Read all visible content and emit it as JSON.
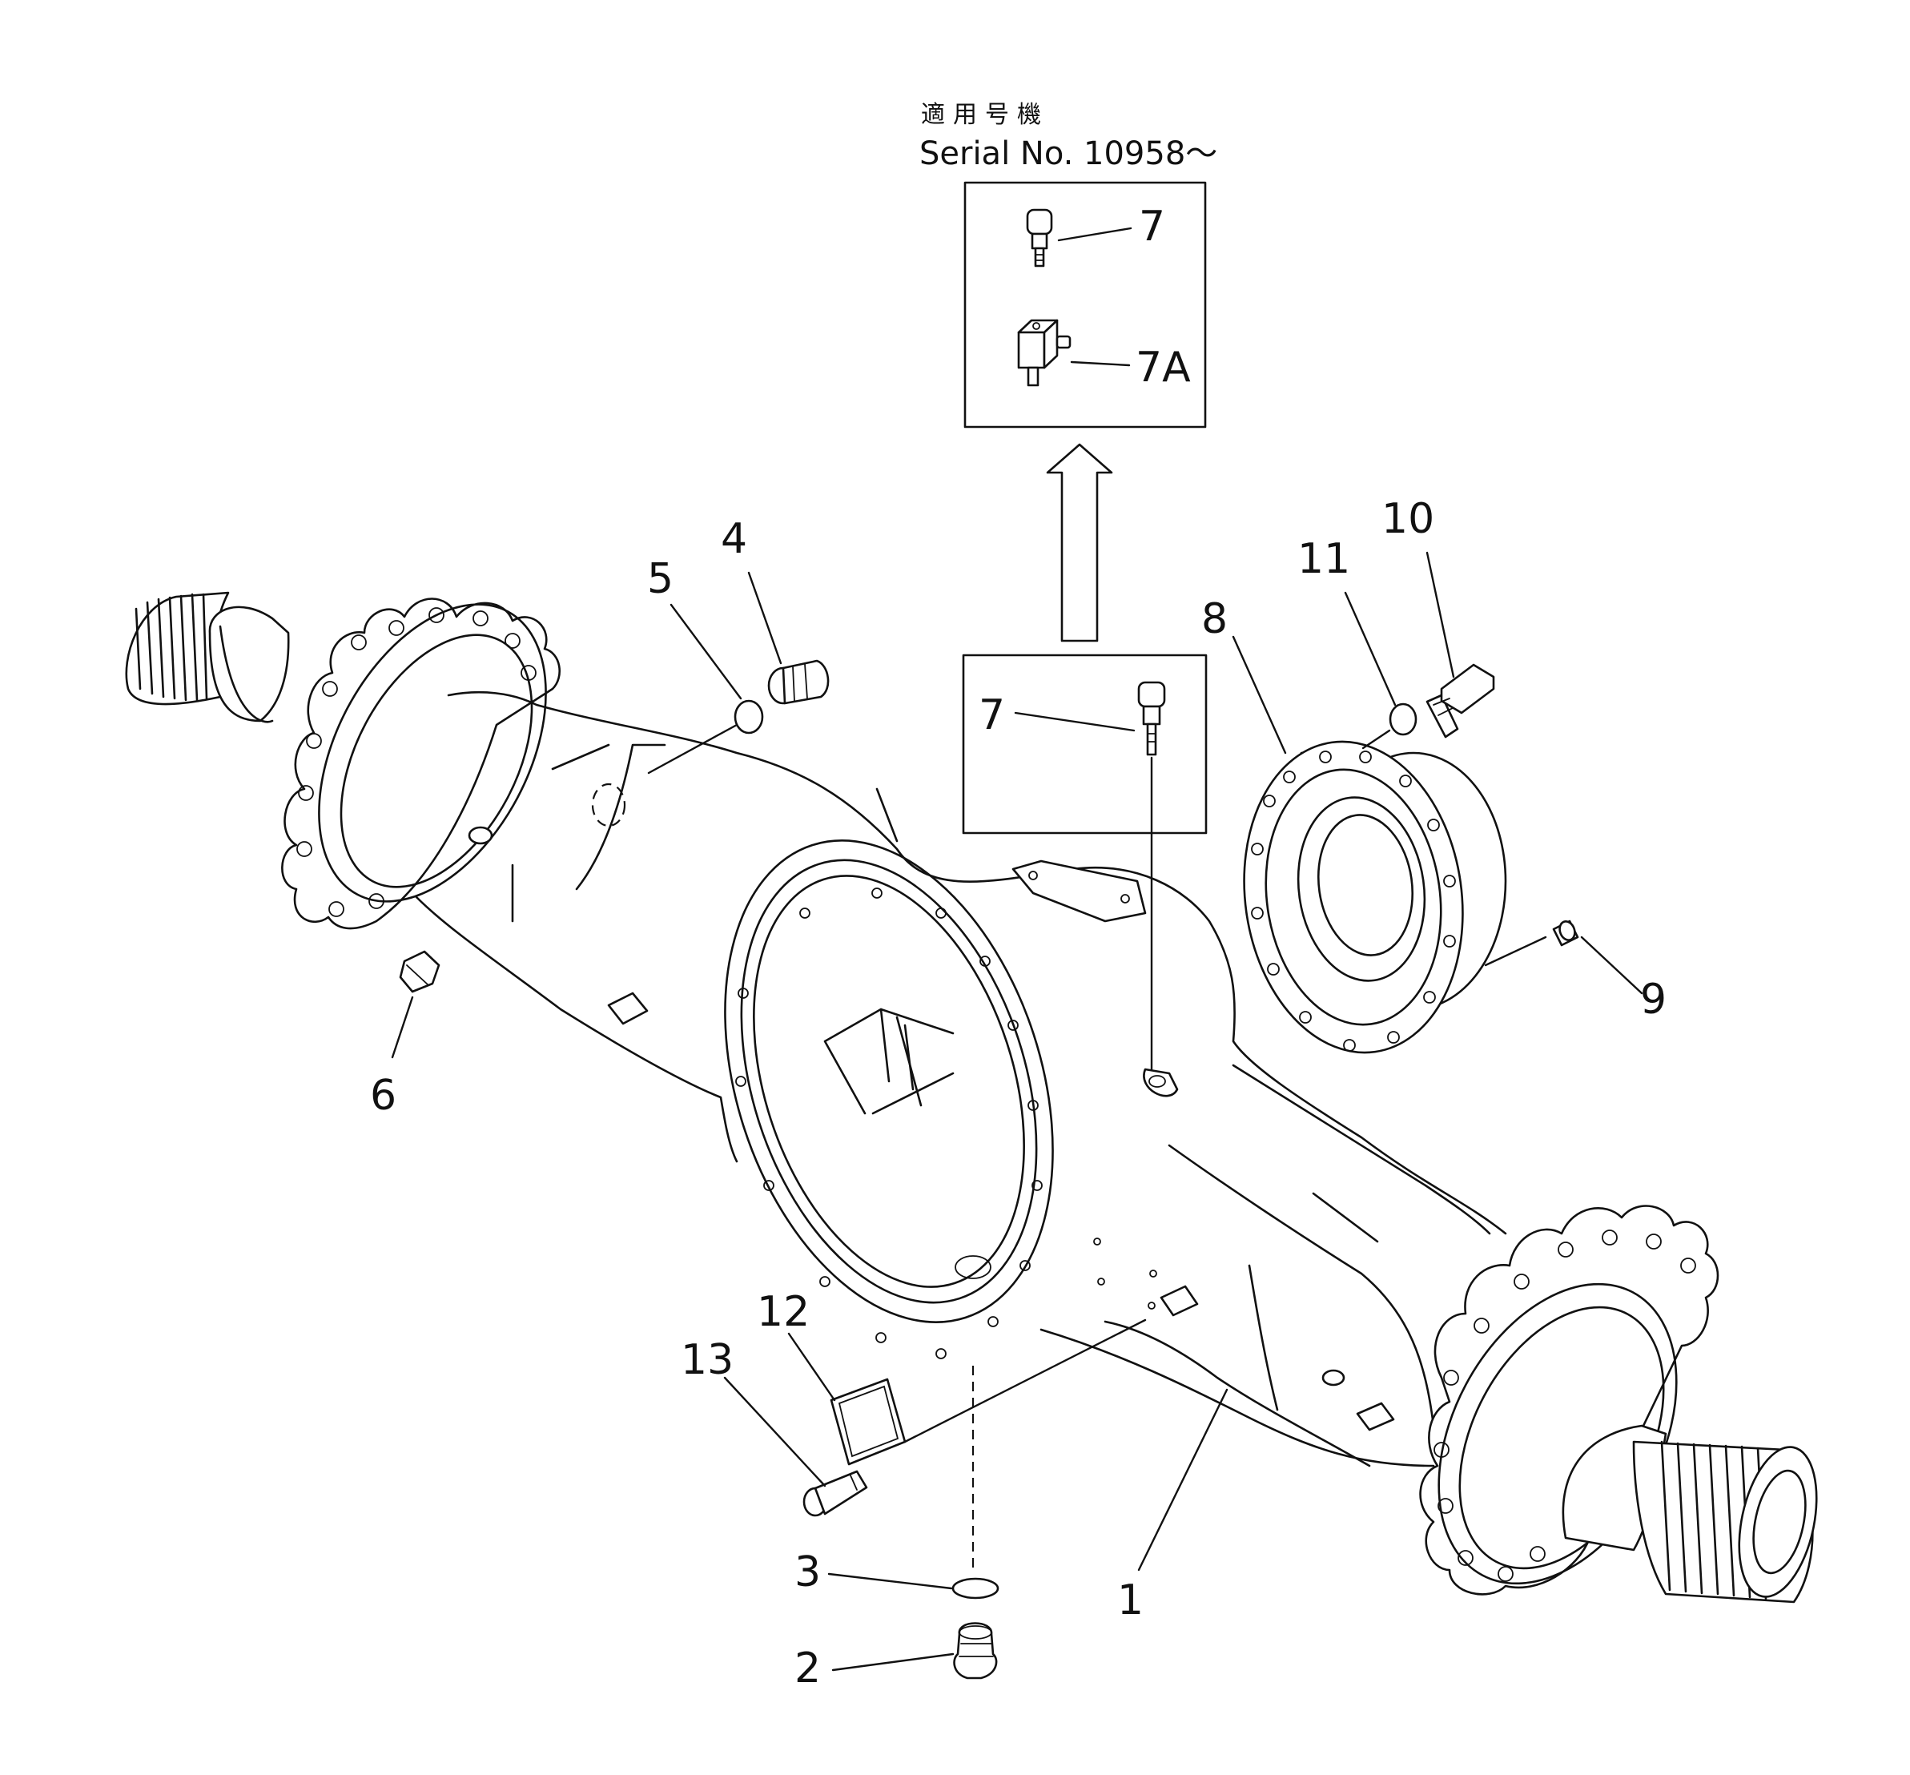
{
  "header": {
    "applicable_label": "適用号機",
    "serial_label": "Serial No. 10958～"
  },
  "callouts": {
    "c1": "1",
    "c2": "2",
    "c3": "3",
    "c4": "4",
    "c5": "5",
    "c6": "6",
    "c7_inset": "7",
    "c7_mid": "7",
    "c7a": "7A",
    "c8": "8",
    "c9": "9",
    "c10": "10",
    "c11": "11",
    "c12": "12",
    "c13": "13"
  }
}
